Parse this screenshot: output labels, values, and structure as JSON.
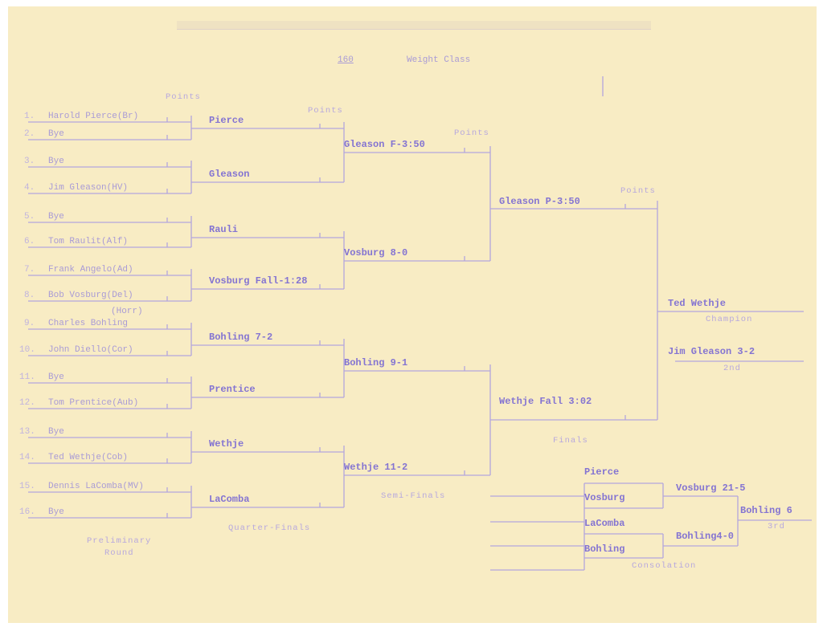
{
  "weight_class": {
    "value": "160",
    "label": "Weight Class"
  },
  "points_label": "Points",
  "preliminary": [
    {
      "num": "1.",
      "name": "Harold Pierce(Br)"
    },
    {
      "num": "2.",
      "name": "Bye"
    },
    {
      "num": "3.",
      "name": "Bye"
    },
    {
      "num": "4.",
      "name": "Jim Gleason(HV)"
    },
    {
      "num": "5.",
      "name": "Bye"
    },
    {
      "num": "6.",
      "name": "Tom Raulit(Alf)"
    },
    {
      "num": "7.",
      "name": "Frank Angelo(Ad)"
    },
    {
      "num": "8.",
      "name": "Bob Vosburg(Del)"
    },
    {
      "num": "9.",
      "name": "Charles Bohling"
    },
    {
      "num": "10.",
      "name": "John Diello(Cor)"
    },
    {
      "num": "11.",
      "name": "Bye"
    },
    {
      "num": "12.",
      "name": "Tom Prentice(Aub)"
    },
    {
      "num": "13.",
      "name": "Bye"
    },
    {
      "num": "14.",
      "name": "Ted Wethje(Cob)"
    },
    {
      "num": "15.",
      "name": "Dennis LaComba(MV)"
    },
    {
      "num": "16.",
      "name": "Bye"
    }
  ],
  "horr_note": "(Horr)",
  "quarter_finals": [
    "Pierce",
    "Gleason",
    "Rauli",
    "Vosburg Fall-1:28",
    "Bohling 7-2",
    "Prentice",
    "Wethje",
    "LaComba"
  ],
  "semi_finals": [
    "Gleason F-3:50",
    "Vosburg 8-0",
    "Bohling 9-1",
    "Wethje 11-2"
  ],
  "finals": [
    "Gleason P-3:50",
    "Wethje Fall 3:02"
  ],
  "champion": {
    "name": "Ted Wethje",
    "label": "Champion"
  },
  "second": {
    "name": "Jim Gleason 3-2",
    "label": "2nd"
  },
  "consolation": {
    "entrants": [
      "Pierce",
      "Vosburg",
      "LaComba",
      "Bohling"
    ],
    "round2": [
      "Vosburg 21-5",
      "Bohling4-0"
    ],
    "third": {
      "name": "Bohling 6",
      "label": "3rd"
    },
    "label": "Consolation"
  },
  "round_labels": {
    "preliminary_1": "Preliminary",
    "preliminary_2": "Round",
    "quarter": "Quarter-Finals",
    "semi": "Semi-Finals",
    "finals": "Finals"
  }
}
